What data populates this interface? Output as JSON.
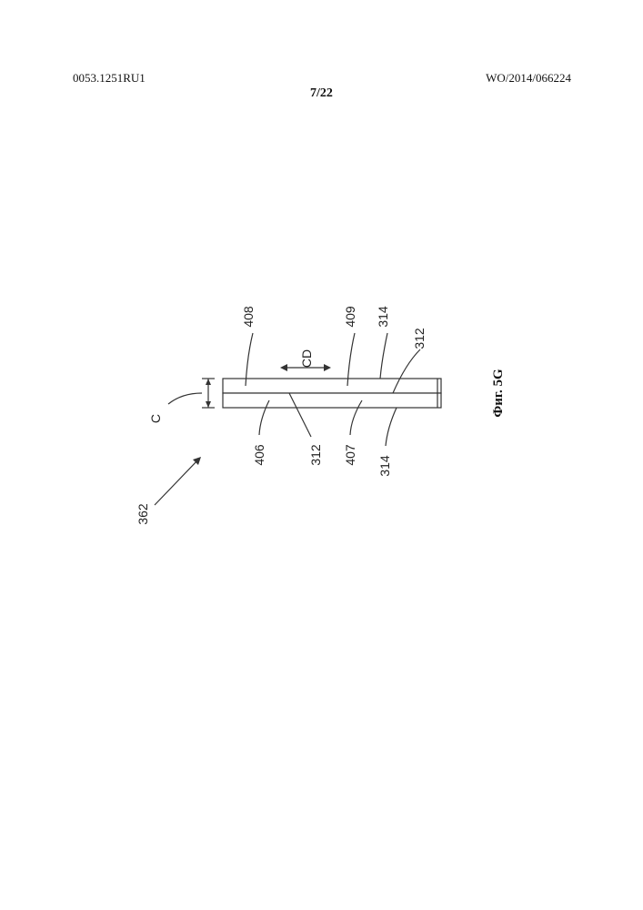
{
  "header": {
    "left_ref": "0053.1251RU1",
    "right_ref": "WO/2014/066224",
    "page": "7/22"
  },
  "figure": {
    "caption": "Фиг. 5G",
    "labels": {
      "l362": "362",
      "lC": "C",
      "lCD": "CD",
      "l408": "408",
      "l409": "409",
      "l314_top": "314",
      "l312_top": "312",
      "l406": "406",
      "l312_bottom": "312",
      "l407": "407",
      "l314_bottom": "314"
    }
  }
}
